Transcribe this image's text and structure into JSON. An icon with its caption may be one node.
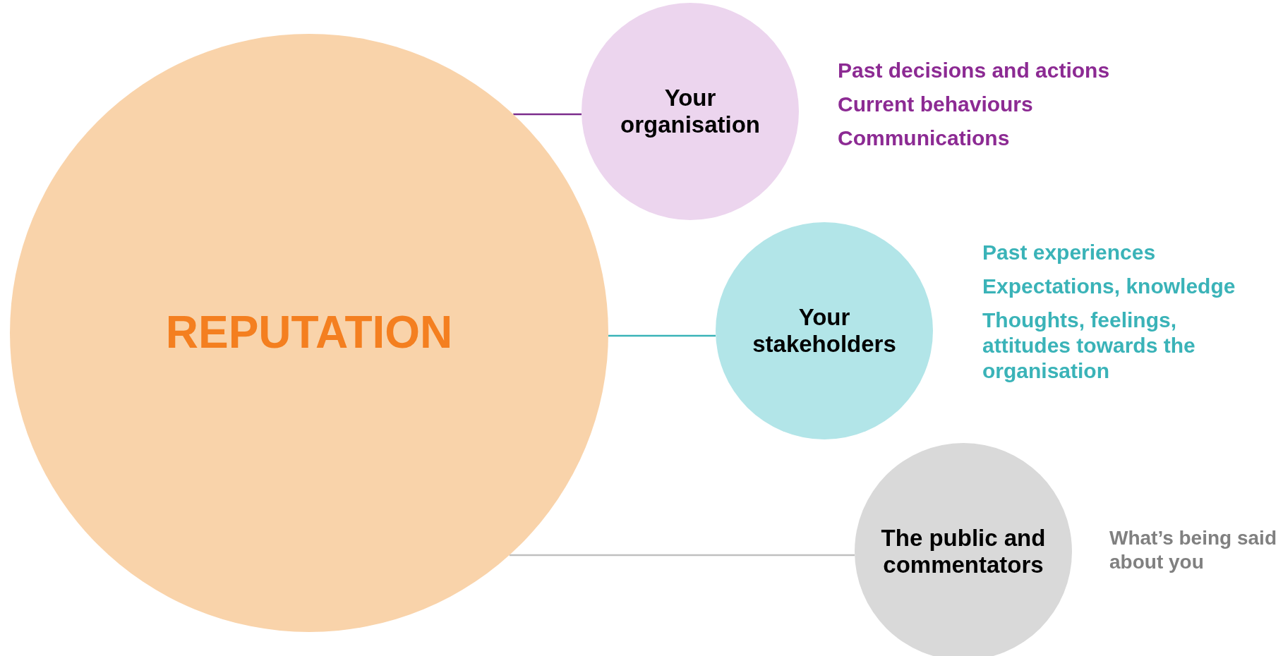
{
  "diagram": {
    "nodes": [
      {
        "text": [
          "REPUTATION"
        ]
      },
      {
        "text": [
          "Your organisation"
        ],
        "beside": [
          "Past decisions and actions",
          "Current behaviours",
          "Communications"
        ]
      },
      {
        "text": [
          "Your stakeholders"
        ],
        "beside": [
          "Past experiences",
          "Expectations, knowledge",
          "Thoughts, feelings, attitudes towards the organisation"
        ]
      },
      {
        "text": [
          "The public and commentators"
        ],
        "beside": [
          "What’s being said about you"
        ]
      }
    ],
    "edges": [
      {
        "from": 0,
        "to": 1,
        "arrow": "none",
        "color": "#7b2c8c"
      },
      {
        "from": 0,
        "to": 2,
        "arrow": "none",
        "color": "#3ab3b8"
      },
      {
        "from": 0,
        "to": 3,
        "arrow": "none",
        "color": "#bfbfbf"
      }
    ]
  }
}
